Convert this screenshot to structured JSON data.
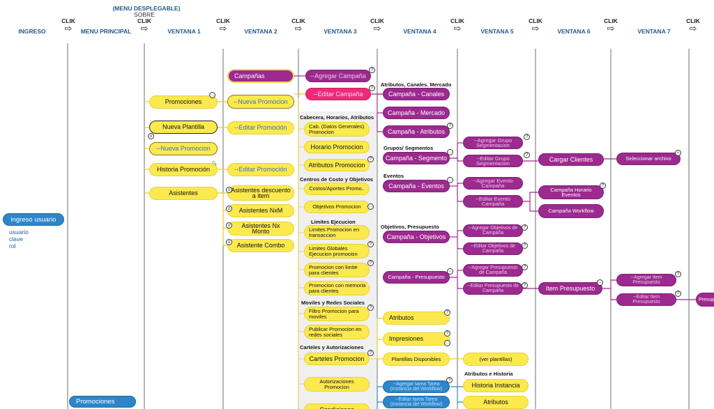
{
  "header": {
    "menu_note": "(MENU DESPLEGABLE)",
    "sobre": "SOBRE",
    "clik": "CLIK",
    "arrow": "⇨",
    "columns": [
      "INGRESO",
      "MENU PRINCIPAL",
      "VENTANA 1",
      "VENTANA 2",
      "VENTANA 3",
      "VENTANA 4",
      "VENTANA 5",
      "VENTANA 6",
      "VENTANA 7"
    ]
  },
  "ingreso": {
    "button": "ingreso usuario",
    "fields": [
      "usuario",
      "clave",
      "rol"
    ]
  },
  "menu_principal": {
    "bottom_item": "Promociones"
  },
  "ventana1": {
    "promociones": "Promociones",
    "nueva_plantilla": "Nueva Plantilla",
    "nueva_promocion": "--Nueva Promocion",
    "historia": "Historia Promoción",
    "asistentes": "Asistentes"
  },
  "ventana2": {
    "campanas": "Campañas",
    "nueva_promocion": "--Nueva Promocion",
    "editar_promocion": "--Editar Promoción",
    "editar_promocion2": "--Editar Promoción",
    "asist_descuento": "Asistentes descuento a item",
    "asist_nxm": "Asistentes NxM",
    "asist_nxmonto": "Asistentes Nx Monto",
    "asist_combo": "Asistente Combo"
  },
  "ventana3": {
    "agregar_campana": "--Agregar Campaña",
    "editar_campana": "--Editar Campaña",
    "sec_cabecera": "Cabecera, Horarios, Atributos",
    "cab": "Cab. (Datos Generales) Promocion",
    "horario": "Horario Promocion",
    "atributos": "Atributos Promocion",
    "sec_centros": "Centros de Costo y Objetivos",
    "costos": "Costos/Aportes Promo..",
    "objetivos": "Objetivos Promocion",
    "sec_limites": "Limites Ejecucion",
    "lim_trans": "Limites Promocion en transaccion",
    "lim_glob": "Limites Globales Ejecucion promocion",
    "prom_limite": "Promocion con limite para clientes",
    "prom_memoria": "Promocion con memoria para clientes",
    "sec_moviles": "Moviles y Redes Sociales",
    "filtro": "Filtro Promocion para moviles",
    "publicar": "Publicar Promocion en redes sociales",
    "sec_carteles": "Carteles y Autorizaciones",
    "carteles": "Carteles Promocion",
    "autorizaciones": "Autorizaciones Promocion",
    "condiciones": "Condiciones"
  },
  "ventana4": {
    "sec_atributos": "Atributos, Canales. Mercado",
    "canales": "Campaña - Canales",
    "mercado": "Campaña - Mercado",
    "atributos": "Campaña - Atributos",
    "sec_grupos": "Grupos/ Segmentos",
    "segmento": "Campaña - Segmento",
    "sec_eventos": "Eventos",
    "eventos": "Campaña - Eventos",
    "sec_objetivos": "Objetivos, Presupuesto",
    "objetivos": "Campaña - Objetivos",
    "presupuesto": "Campaña - Presupuesto",
    "atributos_y": "Atributos",
    "impresiones": "Impresiones",
    "plantillas": "Plantillas Disponibles",
    "agregar_tarea": "--Agregar tarea Tarea (Instancia del Workflow)",
    "editar_tarea": "--Editar tarea Tarea (Instancia del Workflow)"
  },
  "ventana5": {
    "agregar_grupo": "--Agregar Grupo Segmentacion",
    "editar_grupo": "--Editar Grupo Segmentacion",
    "agregar_evento": "--Agregar Evento Campaña",
    "editar_evento": "--Editar Evento Campaña",
    "agregar_objetivos": "--Agregar Objetivos de Campaña",
    "editar_objetivos": "--Editar Objetivos de Campaña",
    "agregar_presupuesto": "--Agregar Presupuesto de Campaña",
    "editar_presupuesto": "--Editar Presupuesto de Campaña",
    "ver_plantillas": "(ver plantillas)",
    "sec_historia": "Atributos e Historia",
    "historia_instancia": "Historia Instancia",
    "atributos": "Atributos"
  },
  "ventana6": {
    "cargar_clientes": "Cargar Clientes",
    "horario_eventos": "Campaña Horario Eventos",
    "workflow": "Campaña Workflow",
    "item_presupuesto": "Item Presupuesto"
  },
  "ventana7": {
    "seleccionar": "Seleccionar archivo",
    "agregar_item": "--Agregar Item Presupuesto",
    "editar_item": "--Editar Item Presupuesto",
    "presup_cut": "Presupu -"
  },
  "colors": {
    "yellow": "#fbe94e",
    "purple": "#9c2a8f",
    "pink": "#ee2a7b",
    "blue": "#2d86c9",
    "header": "#1f5a8f"
  }
}
